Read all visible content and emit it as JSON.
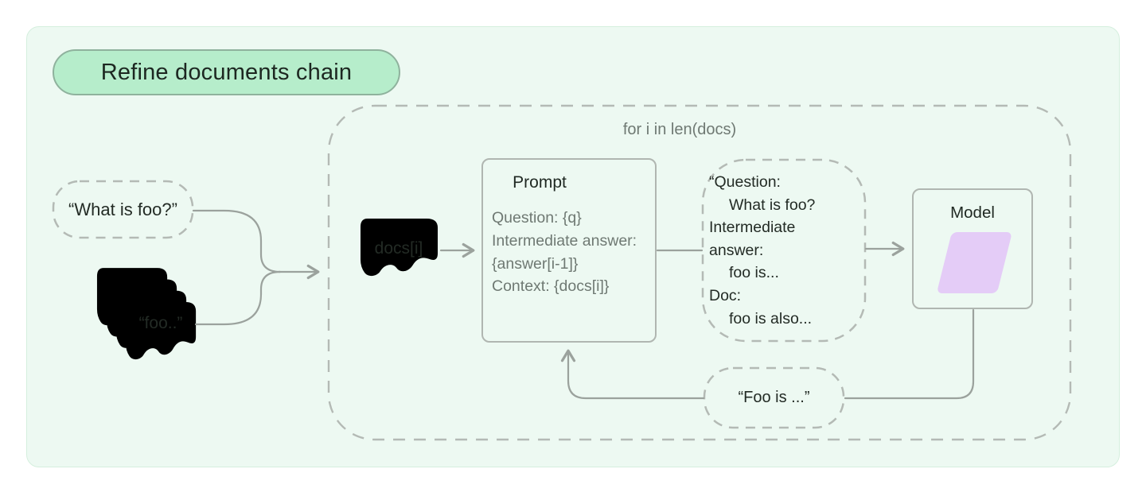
{
  "title_badge": {
    "label": "Refine documents chain"
  },
  "loop": {
    "label": "for i in len(docs)"
  },
  "question_bubble": {
    "text": "“What is foo?”"
  },
  "docs_stack": {
    "front_label": "“foo..”"
  },
  "doc_item": {
    "label": "docs[i]"
  },
  "prompt_box": {
    "title": "Prompt",
    "lines": [
      "Question: {q}",
      "Intermediate answer:",
      "{answer[i-1]}",
      "Context: {docs[i]}"
    ]
  },
  "rendered_prompt_bubble": {
    "lines": [
      "“Question:",
      "What is foo?",
      "Intermediate",
      "answer:",
      "foo is...",
      "Doc:",
      "foo is also..."
    ]
  },
  "model_box": {
    "title": "Model"
  },
  "answer_bubble": {
    "text": "“Foo is ...”"
  },
  "colors": {
    "panel_bg": "#edf9f2",
    "panel_border": "#d5efde",
    "badge_bg": "#b6edcb",
    "badge_border": "#8fb29d",
    "dark_text": "#232b25",
    "gray_text": "#6f7973",
    "line": "#9ba29d",
    "dash": "#b4bab5",
    "box_border": "#b0b6b1",
    "model_shape": "#e4ccf7"
  }
}
